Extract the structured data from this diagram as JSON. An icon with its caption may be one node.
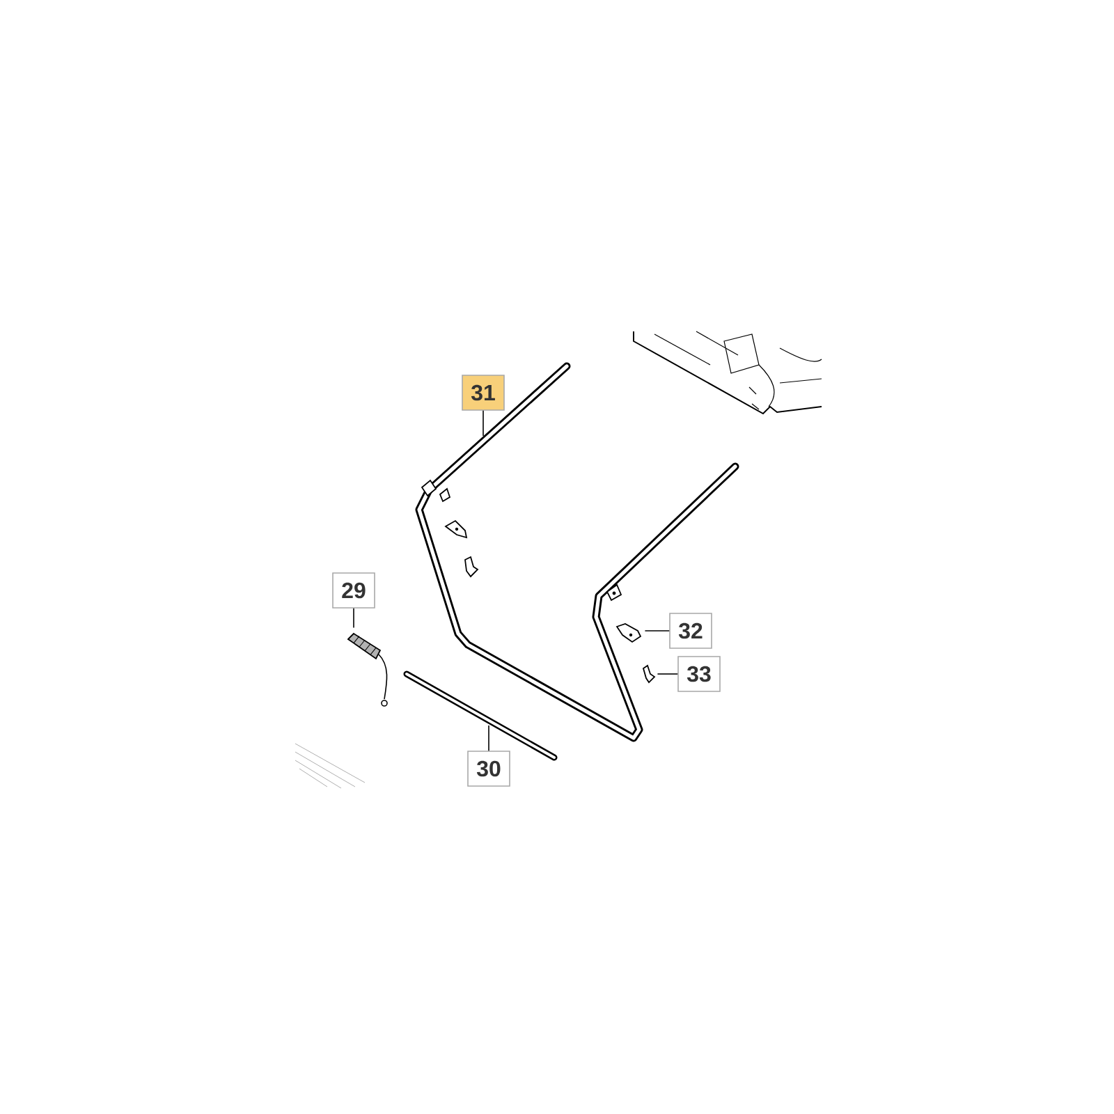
{
  "diagram": {
    "nodes": [
      {
        "text": [
          "31"
        ]
      },
      {
        "text": [
          "29"
        ]
      },
      {
        "text": [
          "32"
        ]
      },
      {
        "text": [
          "33"
        ]
      },
      {
        "text": [
          "30"
        ]
      },
      {
        "text": [],
        "shape": "picture"
      },
      {
        "text": [],
        "shape": "picture"
      },
      {
        "text": [],
        "shape": "picture"
      }
    ],
    "edges": [
      {
        "from": 0,
        "to": null,
        "arrow": "none"
      },
      {
        "from": 1,
        "to": 5,
        "arrow": "none"
      },
      {
        "from": 2,
        "to": 6,
        "arrow": "none"
      },
      {
        "from": 3,
        "to": 7,
        "arrow": "none"
      },
      {
        "from": 4,
        "to": null,
        "arrow": "none"
      }
    ]
  }
}
